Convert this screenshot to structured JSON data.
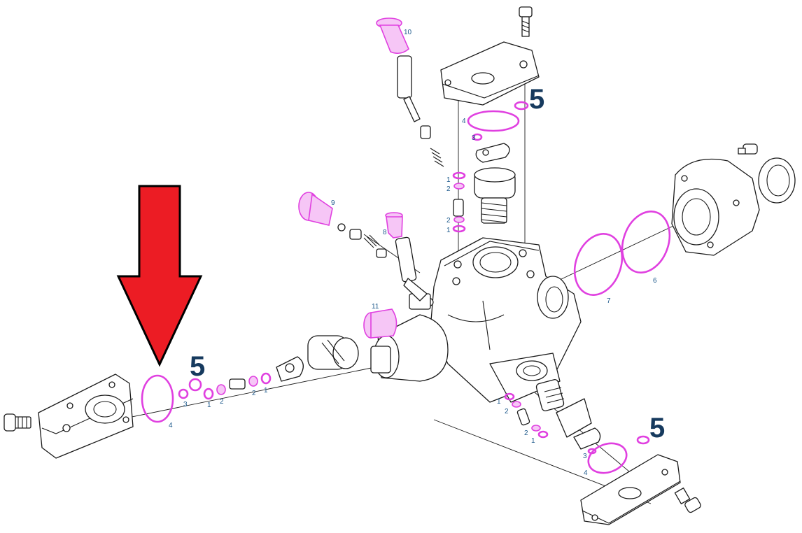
{
  "colors": {
    "seal": "#e040e0",
    "label": "#1e5a8c",
    "callout": "#163a5e",
    "arrow": "#ec1c24"
  },
  "callout_number": "5",
  "labels": {
    "l1": "1",
    "l2": "2",
    "l3": "3",
    "l4": "4",
    "l6": "6",
    "l7": "7",
    "l8": "8",
    "l9": "9",
    "l10": "10",
    "l11": "11"
  }
}
